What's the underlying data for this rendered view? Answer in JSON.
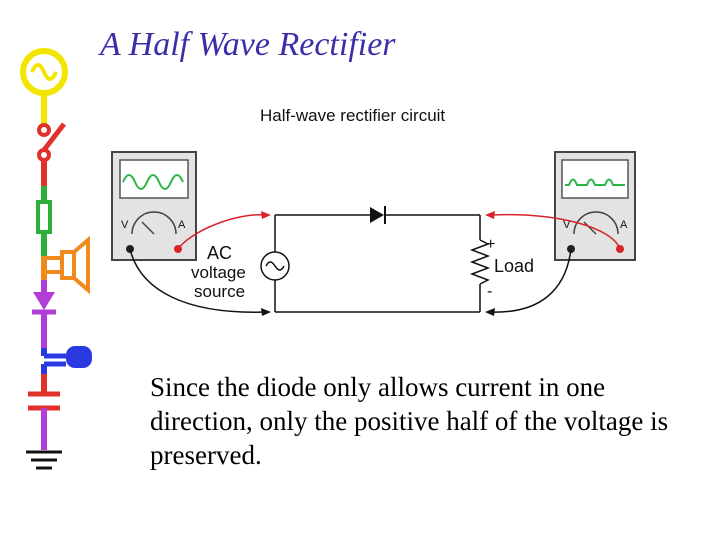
{
  "slide": {
    "title": "A Half Wave Rectifier",
    "caption": "Since the diode only allows current in one direction, only the positive half of the voltage is preserved."
  },
  "circuit": {
    "title": "Half-wave rectifier circuit",
    "source_label": [
      "AC",
      "voltage",
      "source"
    ],
    "load_label": "Load",
    "plus": "+",
    "minus": "-",
    "meter_left_v": "V",
    "meter_left_a": "A",
    "meter_right_v": "V",
    "meter_right_a": "A"
  },
  "colors": {
    "title": "#3b2fa8",
    "wave": "#2db34a",
    "lead_red": "#d9232a",
    "sidebar_yellow": "#f2e600",
    "sidebar_red": "#e0322b",
    "sidebar_green": "#2fae3c",
    "sidebar_orange": "#f08a1c",
    "sidebar_purple": "#b23cd6",
    "sidebar_blue": "#2a3ae0"
  },
  "icons": [
    "ac-source-icon",
    "switch-icon",
    "resistor-icon",
    "speaker-icon",
    "diode-icon",
    "battery-icon",
    "capacitor-icon",
    "ground-icon"
  ]
}
